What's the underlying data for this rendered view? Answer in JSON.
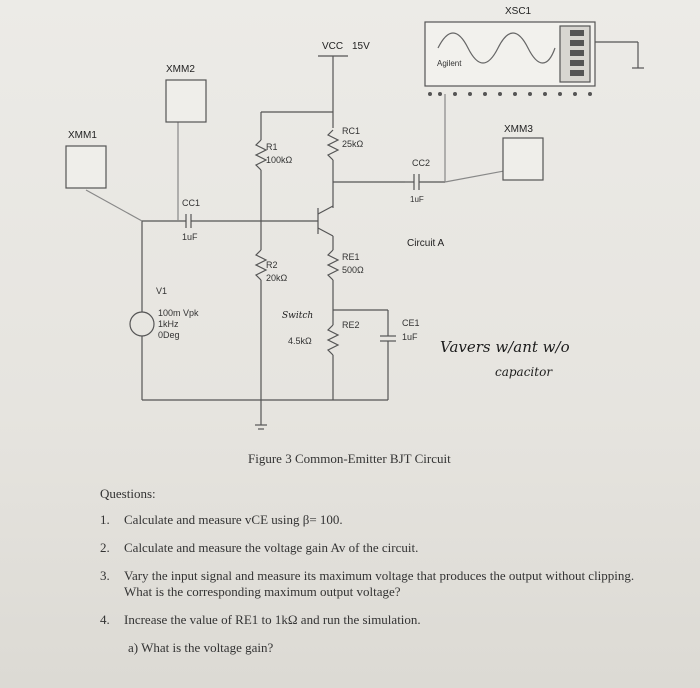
{
  "circuit": {
    "vcc_label": "VCC",
    "vcc_value": "15V",
    "xmm1": "XMM1",
    "xmm2": "XMM2",
    "xmm3": "XMM3",
    "xsc1": "XSC1",
    "scope_brand": "Agilent",
    "r1_name": "R1",
    "r1_value": "100kΩ",
    "r2_name": "R2",
    "r2_value": "20kΩ",
    "rc1_name": "RC1",
    "rc1_value": "25kΩ",
    "re1_name": "RE1",
    "re1_value": "500Ω",
    "re2_name": "RE2",
    "re2_value": "4.5kΩ",
    "cc1_name": "CC1",
    "cc1_value": "1uF",
    "cc2_name": "CC2",
    "cc2_value": "1uF",
    "ce1_name": "CE1",
    "ce1_value": "1uF",
    "v1_name": "V1",
    "v1_amp": "100m Vpk",
    "v1_freq": "1kHz",
    "v1_phase": "0Deg",
    "circuit_name": "Circuit A"
  },
  "handwriting": {
    "note_line1": "Vavers w/ant w/o",
    "note_line2": "capacitor",
    "switch_note": "Switch"
  },
  "caption": "Figure 3 Common-Emitter BJT Circuit",
  "questions": {
    "heading": "Questions:",
    "items": [
      {
        "num": "1.",
        "text": "Calculate and measure vCE using β= 100."
      },
      {
        "num": "2.",
        "text": "Calculate and measure the voltage gain Av of the circuit."
      },
      {
        "num": "3.",
        "text": "Vary the input signal and measure its maximum voltage that produces the output without clipping. What is the corresponding maximum output voltage?"
      },
      {
        "num": "4.",
        "text": "Increase the value of RE1 to 1kΩ and run the simulation."
      }
    ],
    "sub": "a)  What is the voltage gain?"
  }
}
